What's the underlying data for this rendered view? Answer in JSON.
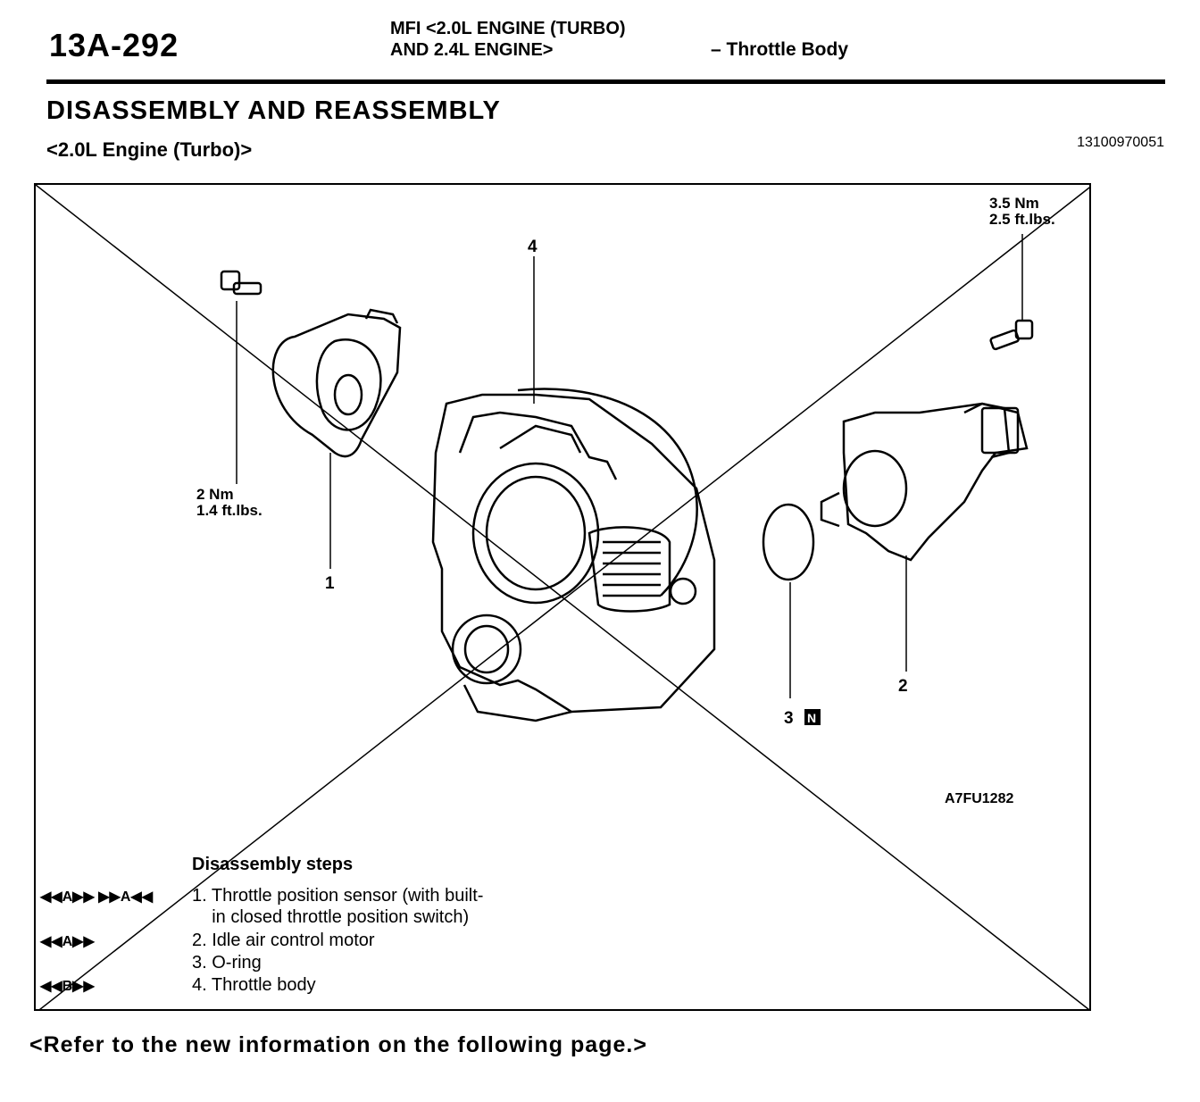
{
  "header": {
    "page_number": "13A-292",
    "section_line1": "MFI <2.0L ENGINE (TURBO)",
    "section_line2": "AND 2.4L ENGINE>",
    "section_topic": "– Throttle Body"
  },
  "title": "DISASSEMBLY AND REASSEMBLY",
  "subtitle": "<2.0L Engine (Turbo)>",
  "doc_id": "13100970051",
  "figure": {
    "figure_code": "A7FU1282",
    "torque_1": {
      "line1": "2 Nm",
      "line2": "1.4 ft.lbs."
    },
    "torque_2": {
      "line1": "3.5 Nm",
      "line2": "2.5 ft.lbs."
    },
    "callouts": {
      "c1": "1",
      "c2": "2",
      "c3": "3",
      "c3_symbol": "N",
      "c4": "4"
    }
  },
  "steps": {
    "heading": "Disassembly steps",
    "items": [
      {
        "symbols": "◀◀A▶▶   ▶▶A◀◀",
        "text": "1. Throttle position sensor (with built-"
      },
      {
        "symbols": "",
        "text": "    in closed throttle position switch)"
      },
      {
        "symbols": "◀◀A▶▶",
        "text": "2. Idle air control motor"
      },
      {
        "symbols": "",
        "text": "3. O-ring"
      },
      {
        "symbols": "◀◀B▶▶",
        "text": "4. Throttle body"
      }
    ]
  },
  "footer": "<Refer to the new information on the following page.>"
}
